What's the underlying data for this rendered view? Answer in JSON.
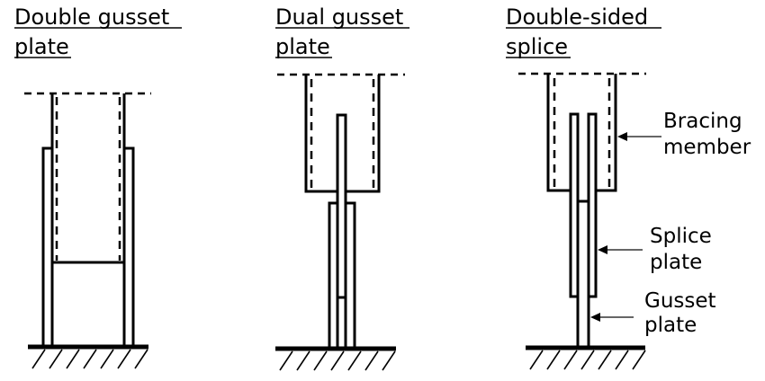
{
  "panels": [
    {
      "id": "double-gusset-plate",
      "title_line1": "Double gusset",
      "title_line2": "plate"
    },
    {
      "id": "dual-gusset-plate",
      "title_line1": "Dual gusset",
      "title_line2": "plate"
    },
    {
      "id": "double-sided-splice",
      "title_line1": "Double-sided",
      "title_line2": "splice",
      "callouts": [
        {
          "line1": "Bracing",
          "line2": "member"
        },
        {
          "line1": "Splice",
          "line2": "plate"
        },
        {
          "line1": "Gusset",
          "line2": "plate"
        }
      ]
    }
  ],
  "colors": {
    "line": "#000000",
    "background": "#ffffff",
    "leader": "#333333"
  }
}
